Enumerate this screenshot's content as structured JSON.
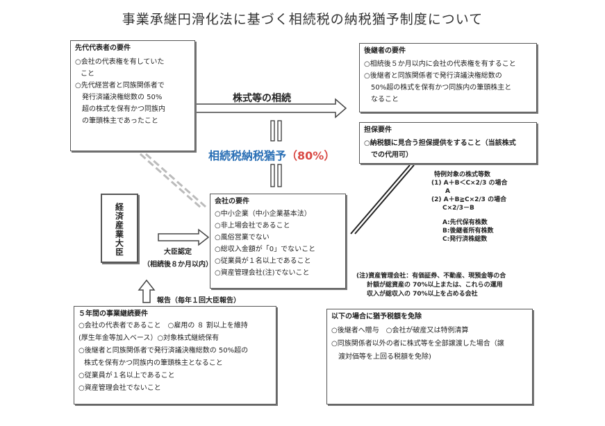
{
  "title": "事業承継円滑化法に基づく相続税の納税猶予制度について",
  "predecessor": {
    "title": "先代代表者の要件",
    "lines": [
      "○会社の代表権を有していた",
      "こと",
      "○先代経営者と同族関係者で",
      "発行済議決権総数の 50%",
      "超の株式を保有かつ同族内",
      "の筆頭株主であったこと"
    ]
  },
  "successor": {
    "title": "後継者の要件",
    "lines": [
      "○相続後５か月以内に会社の代表権を有すること",
      "○後継者と同族関係者で発行済議決権総数の",
      "50%超の株式を保有かつ同族内の筆頭株主と",
      "なること"
    ]
  },
  "collateral": {
    "title": "担保要件",
    "lines": [
      "○納税額に見合う担保提供をすること（当該株式",
      "での代用可）"
    ]
  },
  "center": {
    "arrow_label": "株式等の相続",
    "grace_label": "相続税納税猶予",
    "grace_pct": "（80%）"
  },
  "minister": {
    "label": "経済産業大臣",
    "certification": "大臣認定",
    "certification_note": "（相続後８か月以内）",
    "report": "報告（毎年１回大臣報告）"
  },
  "company": {
    "title": "会社の要件",
    "lines": [
      "○中小企業（中小企業基本法）",
      "○非上場会社であること",
      "○風俗営業でない",
      "○総収入金額が「0」でないこと",
      "○従業員が１名以上であること",
      "○資産管理会社(注)でないこと"
    ]
  },
  "special_shares": {
    "lines": [
      "特例対象の株式等数",
      "(1) A＋B＜C×2/3 の場合",
      "A",
      "(2) A＋B≧C×2/3 の場合",
      "C×2/3－B"
    ],
    "legend": [
      "A:先代保有株数",
      "B:後継者所有株数",
      "C:発行済株総数"
    ]
  },
  "note": {
    "lines": [
      "(注)資産管理会社：有価証券、不動産、現預金等の合",
      "計額が総資産の 70%以上または、これらの運用",
      "収入が総収入の 70%以上を占める会社"
    ]
  },
  "five_year": {
    "title": "５年間の事業継続要件",
    "lines": [
      "○会社の代表者であること　○雇用の ８ 割以上を維持",
      "(厚生年金等加入ベース）○対象株式継続保有",
      "○後継者と同族関係者で発行済議決権総数の 50%超の",
      "株式を保有かつ同族内の筆頭株主となること",
      "○従業員が１名以上であること",
      "○資産管理会社でないこと"
    ]
  },
  "exemption": {
    "title": "以下の場合に猶予税額を免除",
    "lines": [
      "○後継者へ贈与　○会社が破産又は特例清算",
      "○同族関係者以外の者に株式等を全部譲渡した場合（譲",
      "渡対価等を上回る税額を免除)"
    ]
  },
  "colors": {
    "accent": "#2a6fb5",
    "percent": "#d94a45",
    "border": "#555555"
  }
}
